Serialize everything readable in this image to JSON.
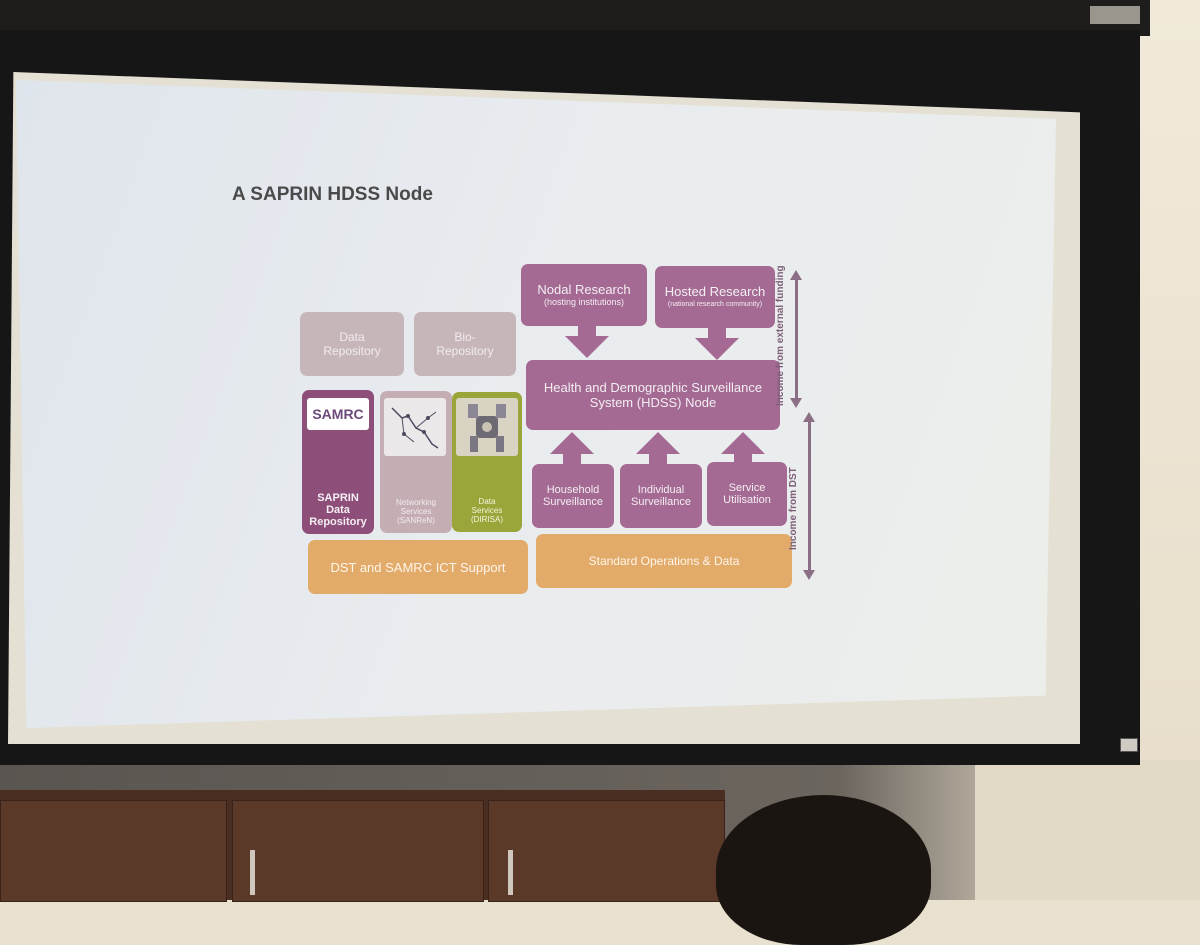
{
  "slide": {
    "title": "A SAPRIN HDSS Node",
    "top_boxes": [
      {
        "title": "Nodal Research",
        "subtitle": "(hosting institutions)"
      },
      {
        "title": "Hosted Research",
        "subtitle": "(national research community)"
      }
    ],
    "repositories": [
      {
        "line1": "Data",
        "line2": "Repository"
      },
      {
        "line1": "Bio-",
        "line2": "Repository"
      }
    ],
    "hdss_node": {
      "line1": "Health and Demographic Surveillance",
      "line2": "System (HDSS) Node"
    },
    "surveillance_boxes": [
      {
        "line1": "Household",
        "line2": "Surveillance"
      },
      {
        "line1": "Individual",
        "line2": "Surveillance"
      },
      {
        "line1": "Service",
        "line2": "Utilisation"
      }
    ],
    "service_columns": [
      {
        "logo_text": "SAMRC",
        "line1": "SAPRIN",
        "line2": "Data",
        "line3": "Repository"
      },
      {
        "line1": "Networking",
        "line2": "Services",
        "line3": "(SANReN)"
      },
      {
        "line1": "Data",
        "line2": "Services",
        "line3": "(DIRISA)"
      }
    ],
    "bottom_boxes": [
      {
        "label": "DST and SAMRC ICT Support"
      },
      {
        "label": "Standard Operations & Data"
      }
    ],
    "side_labels": {
      "upper": "Income from external funding",
      "lower": "Income from DST"
    }
  },
  "colors": {
    "purple": "#a46a93",
    "grey": "#c7b6b9",
    "orange": "#e2ab6a",
    "green": "#9aa63a"
  }
}
